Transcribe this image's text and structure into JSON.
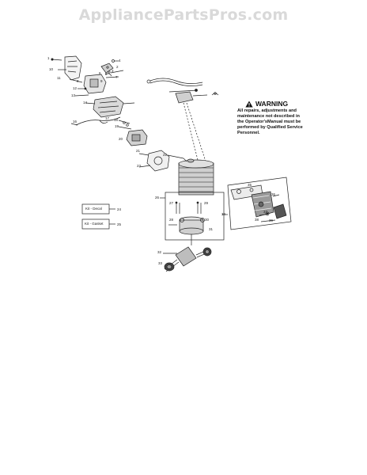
{
  "watermark": "AppliancePartsPros.com",
  "warning": {
    "title": "WARNING",
    "lines": [
      "All repairs, adjustments and",
      "maintenance not described in",
      "the Operator'sManual must be",
      "performed by Qualified Service",
      "Personnel."
    ]
  },
  "kits": [
    {
      "name": "Kit - Decal",
      "ref": "24"
    },
    {
      "name": "Kit - Gasket",
      "ref": "25"
    }
  ],
  "callouts": {
    "c1": "1",
    "c2": "2",
    "c3": "3",
    "c4": "4",
    "c5": "5",
    "c6": "6",
    "c7": "7",
    "c8": "8",
    "c9": "9",
    "c10": "10",
    "c11": "11",
    "c12": "12",
    "c13": "13",
    "c14": "14",
    "c16": "16",
    "c17": "17",
    "c18": "18",
    "c19": "19",
    "c20": "20",
    "c21": "21",
    "c22": "22",
    "c23": "23",
    "c26": "26",
    "c27": "27",
    "c28": "28",
    "c29": "29",
    "c30": "30",
    "c31": "31",
    "c32": "32",
    "c33": "33",
    "c34": "34",
    "c35": "35",
    "c36": "36",
    "c37": "37",
    "c38": "38",
    "c39": "39"
  }
}
